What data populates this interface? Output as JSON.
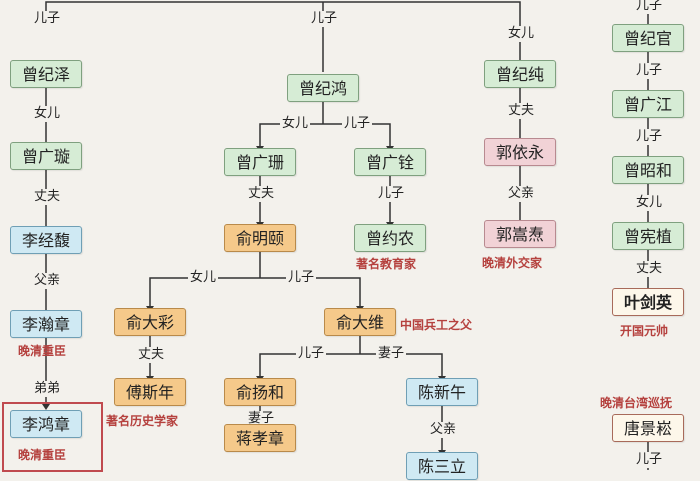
{
  "people": {
    "zeng_jize": "曾纪泽",
    "zeng_guangxuan": "曾广璇",
    "li_jingfu": "李经馥",
    "li_hanzhang": "李瀚章",
    "li_hongzhang": "李鸿章",
    "zeng_jihong": "曾纪鸿",
    "zeng_guangshan": "曾广珊",
    "yu_mingyi": "俞明颐",
    "zeng_guangquan": "曾广铨",
    "zeng_yuenong": "曾约农",
    "yu_dacai": "俞大彩",
    "fu_sinian": "傅斯年",
    "yu_dawei": "俞大维",
    "yu_yanghe": "俞扬和",
    "chiang_xiaozhang": "蒋孝章",
    "chen_xinwu": "陈新午",
    "chen_sanli": "陈三立",
    "zeng_jichun": "曾纪纯",
    "guo_yiyong": "郭依永",
    "guo_songtao": "郭嵩焘",
    "zeng_jiguan": "曾纪官",
    "zeng_guangjiang": "曾广江",
    "zeng_zhaohe": "曾昭和",
    "zeng_xianzhi": "曾宪植",
    "ye_jianying": "叶剑英",
    "tang_jingsong": "唐景崧"
  },
  "relations": {
    "son": "儿子",
    "daughter": "女儿",
    "husband": "丈夫",
    "father": "父亲",
    "younger_brother": "弟弟",
    "wife": "妻子"
  },
  "notes": {
    "li_hanzhang": "晚清重臣",
    "li_hongzhang": "晚清重臣",
    "zeng_yuenong": "著名教育家",
    "guo_songtao": "晚清外交家",
    "fu_sinian": "著名历史学家",
    "yu_dawei": "中国兵工之父",
    "ye_jianying": "开国元帅",
    "tang_jingsong": "晚清台湾巡抚"
  },
  "colors": {
    "green": "#d6ecd5",
    "blue": "#cfe9f3",
    "orange": "#f5c98a",
    "pink": "#f1d2d6",
    "note_red": "#b5413e",
    "highlight_border": "#c04a4f"
  }
}
